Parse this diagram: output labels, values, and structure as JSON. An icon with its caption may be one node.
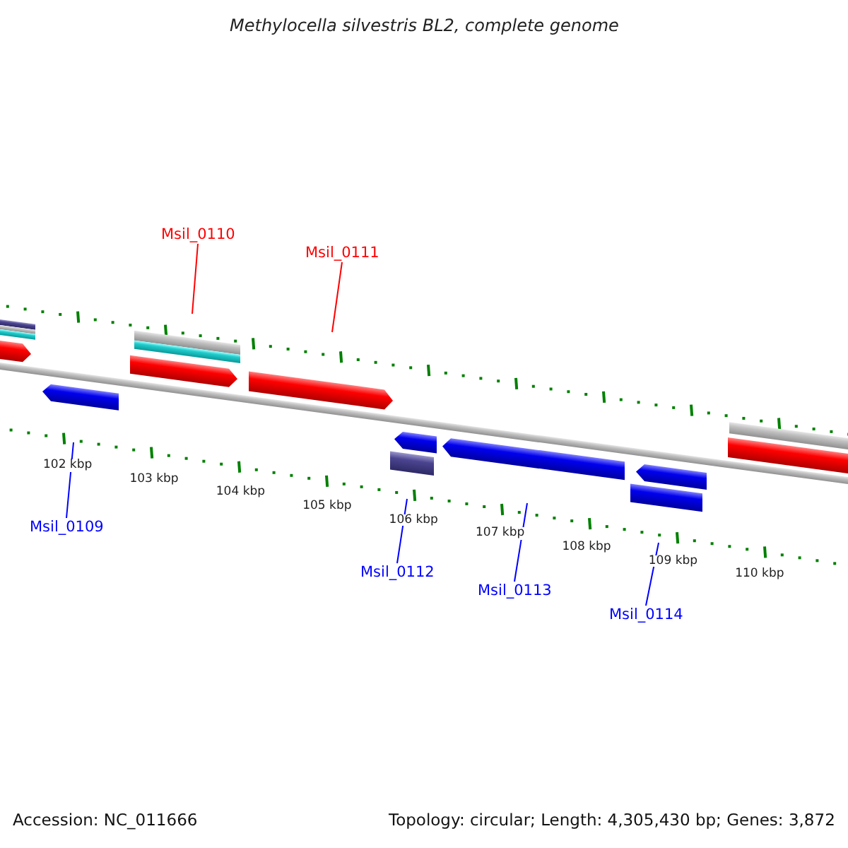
{
  "diagram": {
    "title": "Methylocella silvestris BL2, complete genome",
    "nodes": [
      {
        "text": [
          "Msil_0110"
        ]
      },
      {
        "text": [
          "Msil_0111"
        ]
      },
      {
        "text": [
          "Msil_0109"
        ]
      },
      {
        "text": [
          "Msil_0112"
        ]
      },
      {
        "text": [
          "Msil_0113"
        ]
      },
      {
        "text": [
          "Msil_0114"
        ]
      }
    ],
    "edges": [
      {
        "from": 0,
        "to": null,
        "arrow": "none",
        "color": "#ff0000"
      },
      {
        "from": 1,
        "to": null,
        "arrow": "none",
        "color": "#ff0000"
      },
      {
        "from": 2,
        "to": null,
        "arrow": "none"
      },
      {
        "from": 3,
        "to": null,
        "arrow": "none"
      },
      {
        "from": 4,
        "to": null,
        "arrow": "none"
      },
      {
        "from": 5,
        "to": null,
        "arrow": "none"
      }
    ],
    "labels": [
      "102 kbp",
      "103 kbp",
      "104 kbp",
      "105 kbp",
      "106 kbp",
      "107 kbp",
      "108 kbp",
      "109 kbp",
      "110 kbp",
      "Accession: NC_011666",
      "Topology: circular; Length: 4,305,430 bp; Genes: 3,872"
    ]
  }
}
